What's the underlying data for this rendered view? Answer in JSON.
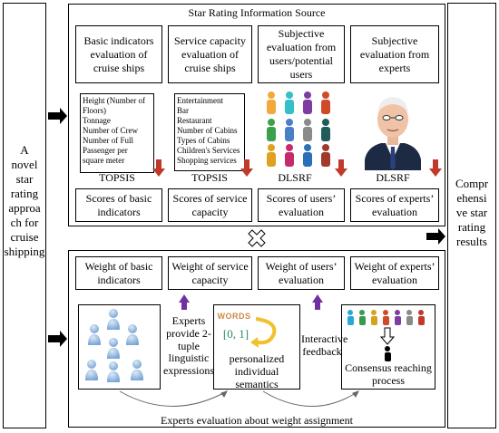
{
  "left_label": [
    "A",
    "novel",
    "star",
    "rating",
    "approa",
    "ch for",
    "cruise",
    "shipping"
  ],
  "right_label": [
    "Compr",
    "ehensi",
    "ve star",
    "rating",
    "results"
  ],
  "source_title": "Star Rating Information Source",
  "categories": [
    "Basic indicators evaluation of cruise ships",
    "Service capacity evaluation of cruise ships",
    "Subjective evaluation from users/potential users",
    "Subjective evaluation from experts"
  ],
  "basic_list": [
    "Height (Number of",
    "Floors)",
    "Tonnage",
    "Number of Crew",
    "Number of Full",
    "Passenger per",
    "square meter"
  ],
  "service_list": [
    "Entertainment",
    "Bar",
    "Restaurant",
    "Number of Cabins",
    "Types of Cabins",
    "Children's Services",
    "Shopping services"
  ],
  "methods": [
    "TOPSIS",
    "TOPSIS",
    "DLSRF",
    "DLSRF"
  ],
  "scores": [
    "Scores of basic indicators",
    "Scores of service capacity",
    "Scores of users’ evaluation",
    "Scores of experts’ evaluation"
  ],
  "weights": [
    "Weight of basic indicators",
    "Weight of service capacity",
    "Weight of users’ evaluation",
    "Weight of experts’ evaluation"
  ],
  "experts_text": "Experts provide 2-tuple linguistic expressions",
  "words_label": "WORDS",
  "interval_label": "[0, 1]",
  "personalized_text": "personalized individual semantics",
  "interactive_text": "Interactive feedback",
  "consensus_text": "Consensus reaching process",
  "bottom_caption": "Experts evaluation about weight assignment",
  "colors": {
    "down_arrow": "#c0392b",
    "up_arrow": "#7030a0",
    "line": "#000000"
  },
  "icons": [
    "arrow-right-icon",
    "cross-icon",
    "people-grid-icon",
    "businessman-portrait-icon",
    "expert-group-icon",
    "consensus-people-icon"
  ]
}
